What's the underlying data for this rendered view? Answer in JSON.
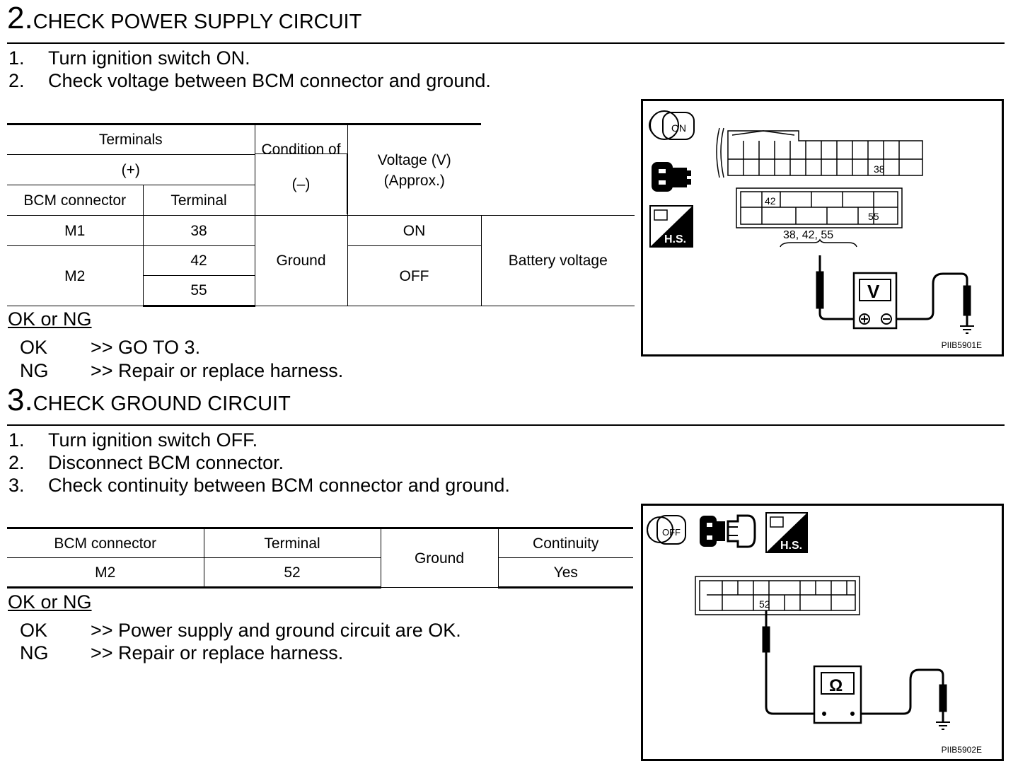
{
  "step2": {
    "number": "2.",
    "title": "CHECK POWER SUPPLY CIRCUIT",
    "instructions": [
      {
        "num": "1.",
        "text": "Turn ignition switch ON."
      },
      {
        "num": "2.",
        "text": "Check voltage between BCM connector and ground."
      }
    ],
    "table": {
      "h_terminals": "Terminals",
      "h_plus": "(+)",
      "h_minus": "(–)",
      "h_bcm_connector": "BCM connector",
      "h_terminal": "Terminal",
      "h_condition": "Condition of ig-\nnition switch",
      "h_voltage": "Voltage (V)\n(Approx.)",
      "rows": [
        {
          "connector": "M1",
          "terminal": "38",
          "ground": "Ground",
          "condition": "ON",
          "voltage": "Battery voltage"
        },
        {
          "connector": "M2",
          "terminal": "42",
          "condition": "OFF"
        },
        {
          "terminal": "55"
        }
      ]
    },
    "okng_heading": "OK or NG",
    "results": [
      {
        "key": "OK",
        "text": ">> GO TO 3."
      },
      {
        "key": "NG",
        "text": ">> Repair or replace harness."
      }
    ],
    "figure": {
      "id": "PIIB5901E",
      "ignition_label": "ON",
      "terminal_38": "38",
      "terminal_42": "42",
      "terminal_55": "55",
      "probe_label": "38, 42, 55",
      "meter_symbol": "V",
      "hs_label": "H.S."
    }
  },
  "step3": {
    "number": "3.",
    "title": "CHECK GROUND CIRCUIT",
    "instructions": [
      {
        "num": "1.",
        "text": "Turn ignition switch OFF."
      },
      {
        "num": "2.",
        "text": "Disconnect BCM connector."
      },
      {
        "num": "3.",
        "text": "Check continuity between BCM connector and ground."
      }
    ],
    "table": {
      "h_bcm_connector": "BCM connector",
      "h_terminal": "Terminal",
      "h_ground": "Ground",
      "h_continuity": "Continuity",
      "row": {
        "connector": "M2",
        "terminal": "52",
        "continuity": "Yes"
      }
    },
    "okng_heading": "OK or NG",
    "results": [
      {
        "key": "OK",
        "text": ">> Power supply and ground circuit are OK."
      },
      {
        "key": "NG",
        "text": ">> Repair or replace harness."
      }
    ],
    "figure": {
      "id": "PIIB5902E",
      "ignition_label": "OFF",
      "terminal_52": "52",
      "meter_symbol": "Ω",
      "hs_label": "H.S."
    }
  }
}
